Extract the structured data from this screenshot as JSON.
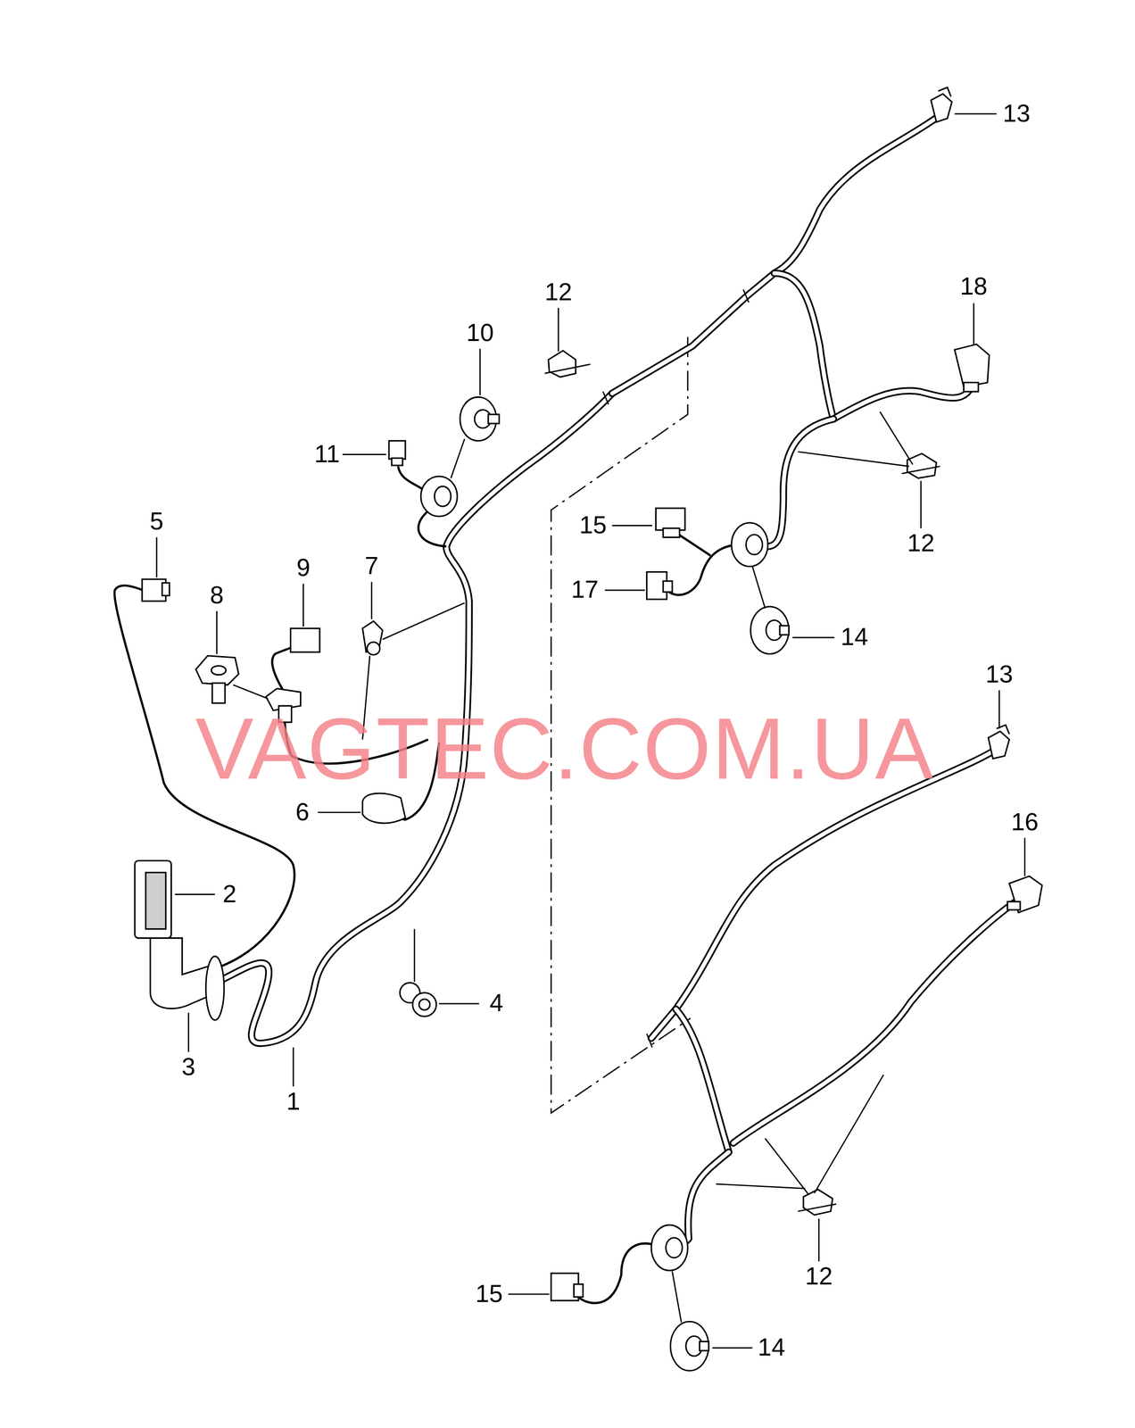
{
  "diagram": {
    "labels": [
      "13",
      "12",
      "18",
      "10",
      "11",
      "5",
      "9",
      "7",
      "8",
      "15",
      "12",
      "17",
      "14",
      "13",
      "VAGTEC.COM.UA",
      "6",
      "16",
      "2",
      "4",
      "3",
      "1",
      "12",
      "15",
      "14"
    ]
  }
}
